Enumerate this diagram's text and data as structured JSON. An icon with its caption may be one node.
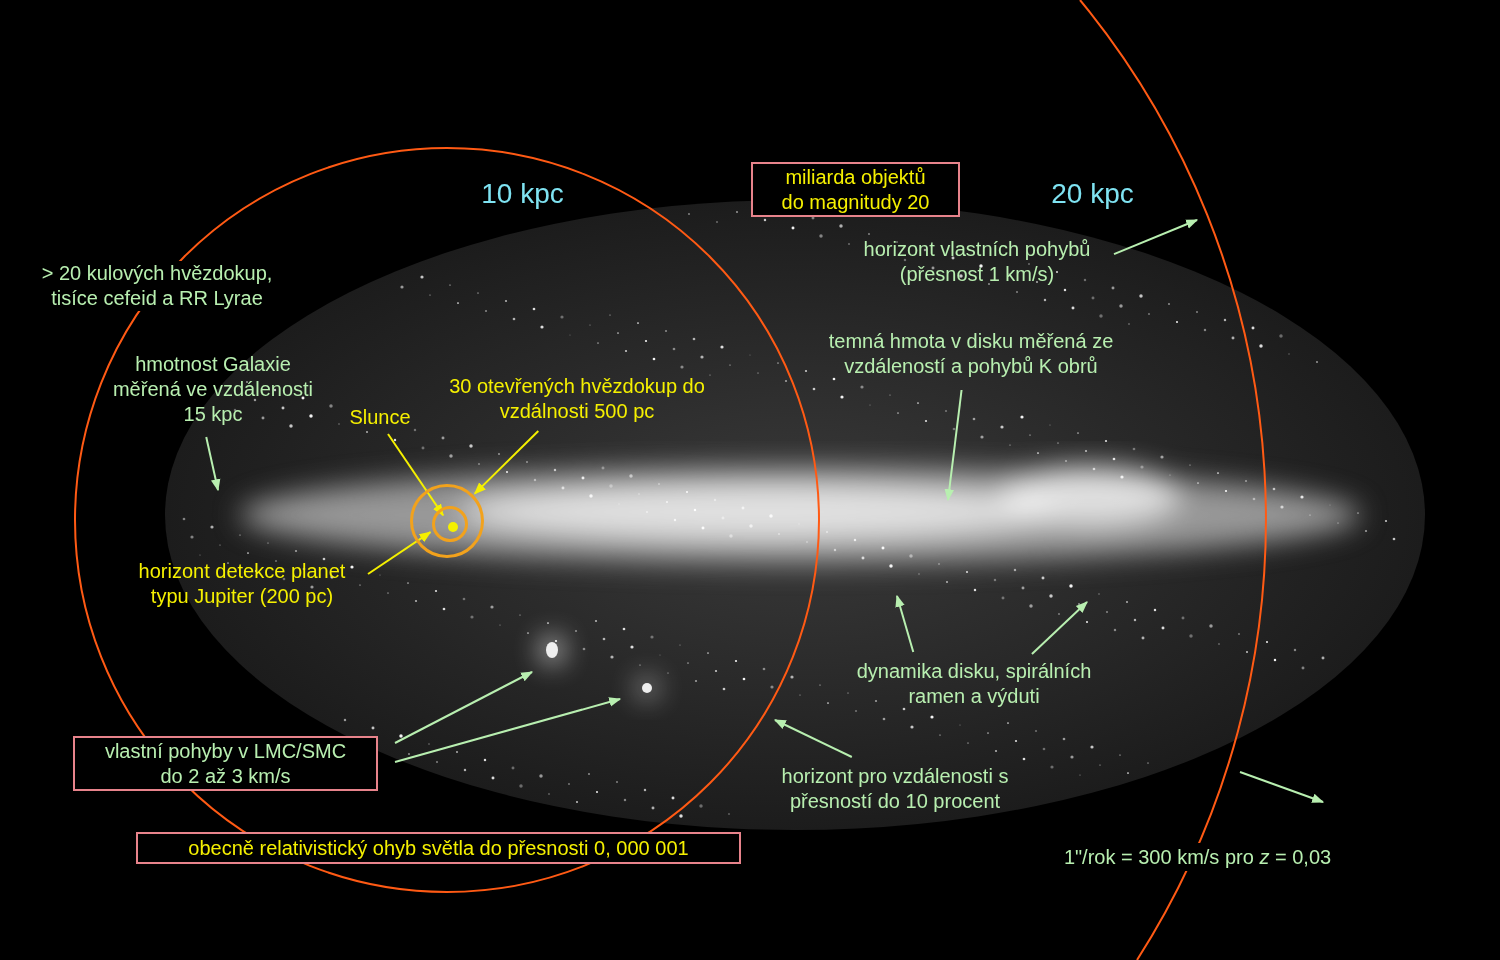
{
  "diagram": {
    "nodes": [
      {
        "text": [
          "miliarda objektů do magnitudy 20"
        ]
      },
      {
        "text": [
          "horizont vlastních pohybů (přesnost 1 km/s)"
        ]
      },
      {
        "text": [
          "temná hmota v disku měřená ze vzdáleností a pohybů K obrů"
        ]
      },
      {
        "text": [
          "hmotnost Galaxie měřená ve vzdálenosti 15 kpc"
        ]
      },
      {
        "text": [
          "Slunce"
        ]
      },
      {
        "text": [
          "30 otevřených hvězdokup do vzdálnosti 500 pc"
        ]
      },
      {
        "text": [],
        "shape": "circle"
      },
      {
        "text": [],
        "shape": "circle",
        "in": 6
      },
      {
        "text": [],
        "shape": "circle",
        "in": 7
      },
      {
        "text": [
          "horizont detekce planet typu Jupiter (200 pc)"
        ]
      },
      {
        "text": [
          "dynamika disku, spirálních ramen a výduti"
        ]
      },
      {
        "text": [
          "vlastní pohyby v LMC/SMC do 2 až 3 km/s"
        ]
      },
      {
        "text": [
          "horizont pro vzdálenosti s přesností do 10 procent"
        ]
      },
      {
        "text": [
          "obecně relativistický ohyb světla do přesnosti 0, 000 001"
        ]
      },
      {
        "text": [
          "1\"/rok = 300 km/s pro *z* = 0,03"
        ]
      }
    ],
    "edges": [
      {
        "from": 3,
        "to": null,
        "arrow": "to"
      },
      {
        "from": 4,
        "to": 8,
        "arrow": "to",
        "color": "#f5f000"
      },
      {
        "from": 5,
        "to": 6,
        "arrow": "to",
        "color": "#f5f000"
      },
      {
        "from": 9,
        "to": 7,
        "arrow": "to",
        "color": "#f5f000"
      },
      {
        "from": 1,
        "to": null,
        "arrow": "to"
      },
      {
        "from": 2,
        "to": null,
        "arrow": "to"
      },
      {
        "from": 10,
        "to": null,
        "arrow": "to"
      },
      {
        "from": 10,
        "to": null,
        "arrow": "to"
      },
      {
        "from": 11,
        "to": null,
        "arrow": "to"
      },
      {
        "from": 11,
        "to": null,
        "arrow": "to"
      },
      {
        "from": 12,
        "to": null,
        "arrow": "to"
      }
    ],
    "labels": [
      "> 20 kulových hvězdokup, tisíce cefeid a RR Lyrae",
      "10 kpc",
      "20 kpc"
    ]
  }
}
